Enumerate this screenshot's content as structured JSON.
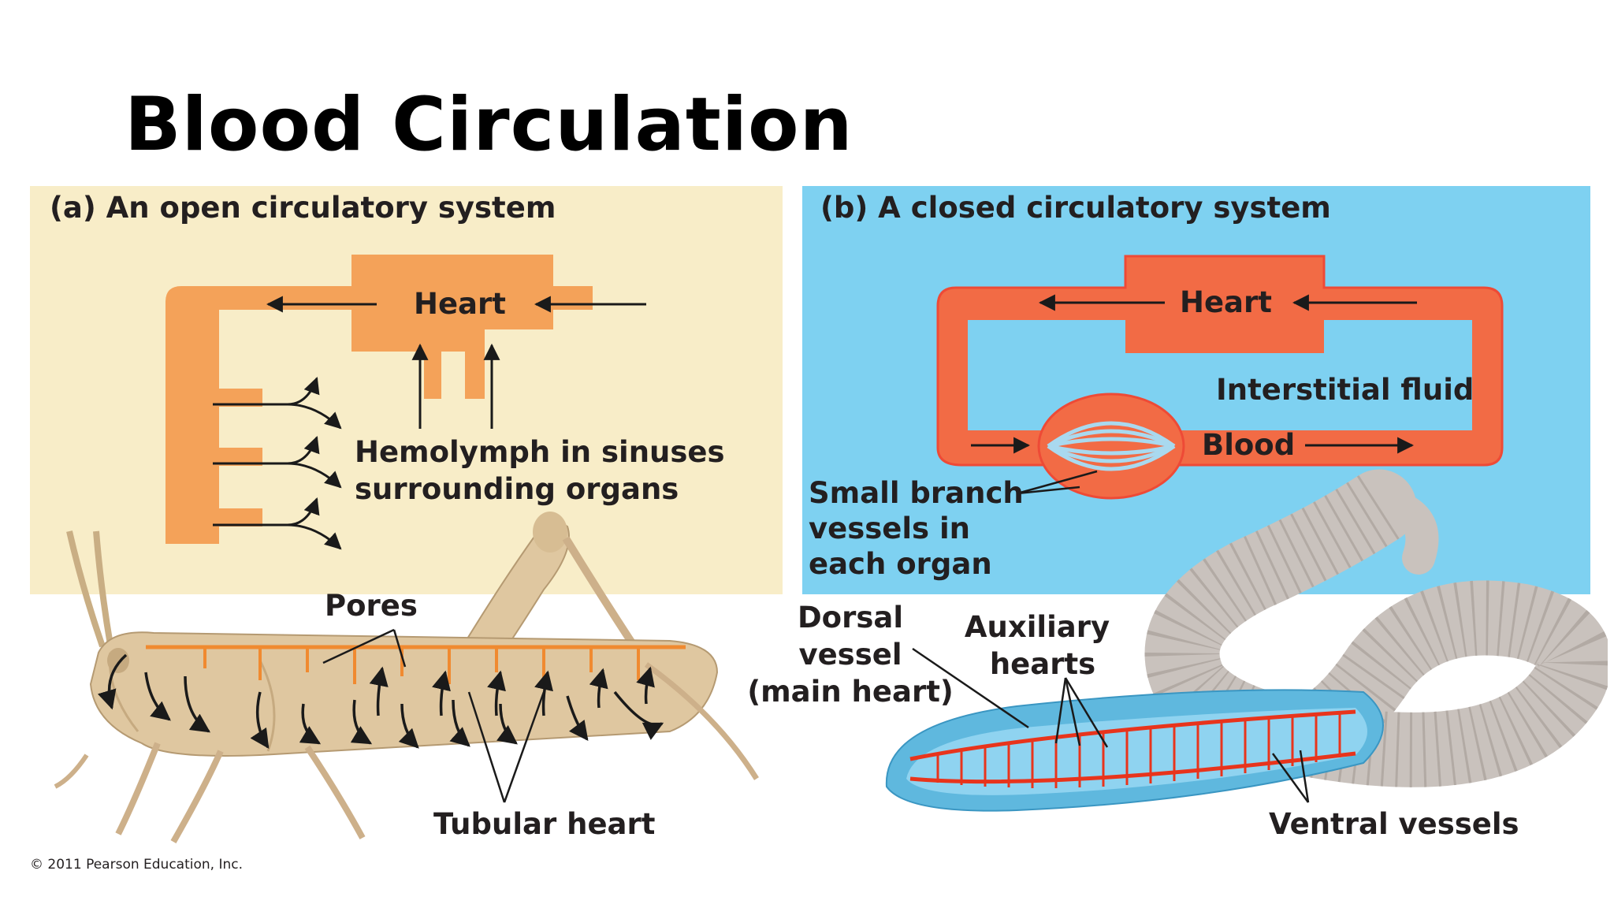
{
  "slide": {
    "title": "Blood Circulation"
  },
  "colors": {
    "open_bg": "#f8edc8",
    "closed_bg": "#7ed1f1",
    "open_vessel": "#f4a259",
    "closed_vessel": "#f26b45",
    "vessel_outline": "#ee4a36",
    "worm": "#c9c2bd",
    "insect": "#dfc7a0"
  },
  "panel_a": {
    "title": "(a) An open circulatory system",
    "heart_label": "Heart",
    "hemolymph_line1": "Hemolymph in sinuses",
    "hemolymph_line2": "surrounding organs",
    "pores_label": "Pores",
    "tubular_heart_label": "Tubular heart"
  },
  "panel_b": {
    "title": "(b) A closed circulatory system",
    "heart_label": "Heart",
    "interstitial_label": "Interstitial fluid",
    "blood_label": "Blood",
    "small_branch_line1": "Small branch",
    "small_branch_line2": "vessels in",
    "small_branch_line3": "each organ",
    "dorsal_line1": "Dorsal",
    "dorsal_line2": "vessel",
    "dorsal_line3": "(main heart)",
    "auxiliary_line1": "Auxiliary",
    "auxiliary_line2": "hearts",
    "ventral_label": "Ventral vessels"
  },
  "copyright": "© 2011 Pearson Education, Inc."
}
